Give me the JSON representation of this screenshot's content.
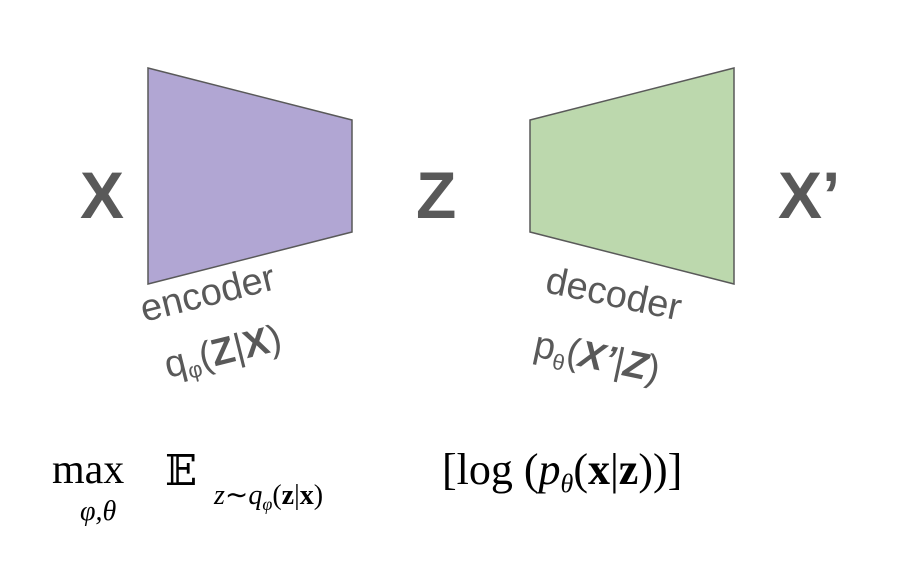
{
  "diagram": {
    "nodes": {
      "input": "X",
      "latent": "Z",
      "output": "X’"
    },
    "encoder": {
      "label": "encoder",
      "dist_letter": "q",
      "dist_sub": "φ",
      "open_paren": "(",
      "arg1": "Z",
      "bar": "|",
      "arg2": "X",
      "close_paren": ")",
      "fill_color": "#b1a6d3"
    },
    "decoder": {
      "label": "decoder",
      "dist_letter": "p",
      "dist_sub": "θ",
      "open_paren": "(",
      "arg1": "X’",
      "bar": "|",
      "arg2": "Z",
      "close_paren": ")",
      "fill_color": "#bcd8ad"
    },
    "outline_color": "#595959"
  },
  "formula": {
    "max": "max",
    "under": "φ,θ",
    "expectation": "𝔼",
    "sub_z": "z",
    "sub_sim": "∼",
    "sub_q": "q",
    "sub_phi": "φ",
    "sub_args": "(",
    "sub_zb": "z",
    "sub_bar": "|",
    "sub_xb": "x",
    "sub_close": ")",
    "open_bracket": "[",
    "log": "log",
    "open_paren": " (",
    "p": "p",
    "theta": "θ",
    "args_open": "(",
    "xb": "x",
    "bar": "|",
    "zb": "z",
    "args_close": "))",
    "close_bracket": "]"
  }
}
